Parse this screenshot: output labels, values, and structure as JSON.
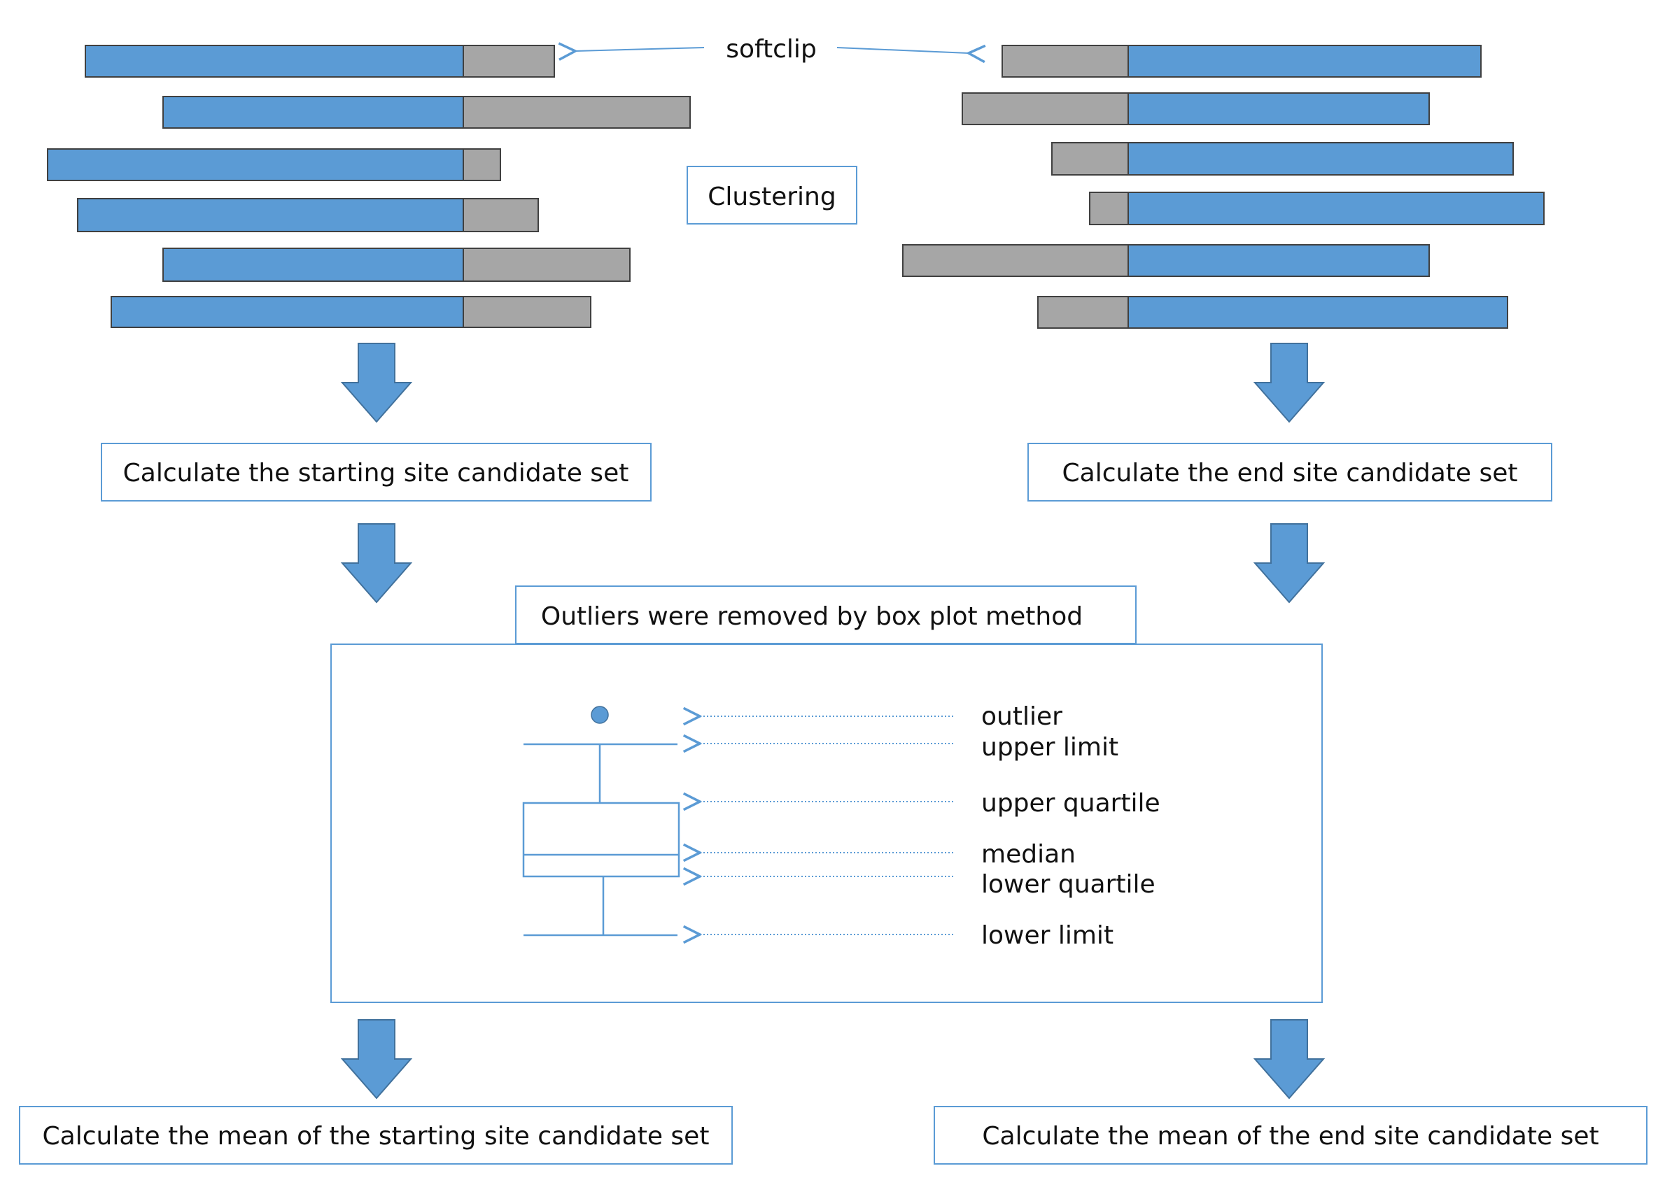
{
  "softclip_label": "softclip",
  "clustering_label": "Clustering",
  "steps": {
    "start_candidate": "Calculate the starting site candidate set",
    "end_candidate": "Calculate the end site candidate set",
    "outlier_removal": "Outliers were removed by box plot method",
    "start_mean": "Calculate the mean of the starting site candidate set",
    "end_mean": "Calculate the mean of the end site candidate set"
  },
  "boxplot_labels": {
    "outlier": "outlier",
    "upper_limit": "upper limit",
    "upper_quartile": "upper quartile",
    "median": "median",
    "lower_quartile": "lower quartile",
    "lower_limit": "lower limit"
  },
  "colors": {
    "aligned": "#5b9bd5",
    "softclip": "#a6a6a6",
    "outline": "#41719c",
    "box_border": "#5b9bd5",
    "arrow": "#5b9bd5",
    "text": "#111111"
  }
}
